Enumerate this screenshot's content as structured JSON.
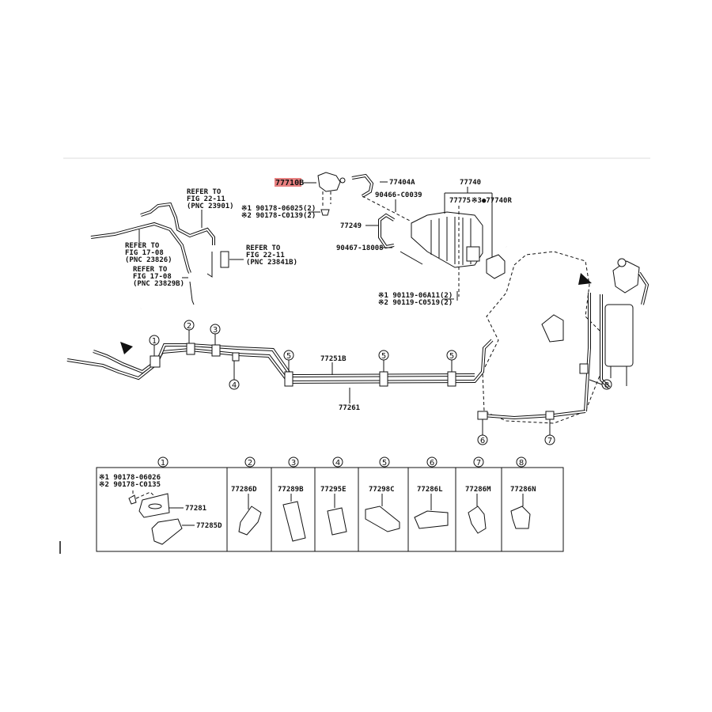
{
  "highlight_color": "#e05555",
  "highlighted_part": "77710B",
  "refs": {
    "r1": [
      "REFER TO",
      "FIG 22-11",
      "(PNC 23901)"
    ],
    "r2": [
      "REFER TO",
      "FIG 17-08",
      "(PNC 23826)"
    ],
    "r3": [
      "REFER TO",
      "FIG 17-08",
      "(PNC 23829B)"
    ],
    "r4": [
      "REFER TO",
      "FIG 22-11",
      "(PNC 23841B)"
    ]
  },
  "parts": {
    "p77710B": "77710B",
    "bolt1": "※1 90178-06025(2)",
    "bolt2": "※2 90178-C0139(2)",
    "p77404A": "77404A",
    "p90466": "90466-C0039",
    "p77249": "77249",
    "p90467": "90467-18008",
    "p77740": "77740",
    "p77775": "77775",
    "p77740R": "※3●77740R",
    "bolt3": "※1 90119-06A11(2)",
    "bolt4": "※2 90119-C0519(2)",
    "p77251B": "77251B",
    "p77261": "77261"
  },
  "callouts": [
    "1",
    "2",
    "3",
    "4",
    "5",
    "5",
    "5",
    "6",
    "7",
    "8"
  ],
  "clamp_table": [
    {
      "num": "1",
      "parts": [
        "※1 90178-06026",
        "※2 90178-C0135",
        "77281",
        "77285D"
      ]
    },
    {
      "num": "2",
      "parts": [
        "77286D"
      ]
    },
    {
      "num": "3",
      "parts": [
        "77289B"
      ]
    },
    {
      "num": "4",
      "parts": [
        "77295E"
      ]
    },
    {
      "num": "5",
      "parts": [
        "77298C"
      ]
    },
    {
      "num": "6",
      "parts": [
        "77286L"
      ]
    },
    {
      "num": "7",
      "parts": [
        "77286M"
      ]
    },
    {
      "num": "8",
      "parts": [
        "77286N"
      ]
    }
  ]
}
